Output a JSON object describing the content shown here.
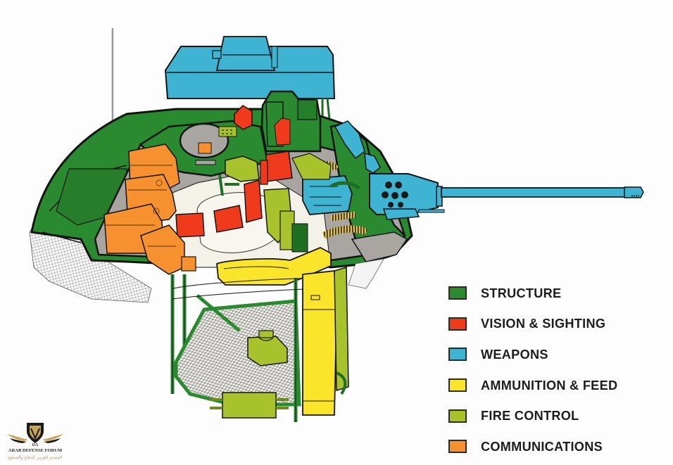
{
  "diagram": {
    "subject": "Turret cutaway illustration",
    "legend": [
      {
        "label": "STRUCTURE",
        "color": "#2a8a2f",
        "key": "structure"
      },
      {
        "label": "VISION & SIGHTING",
        "color": "#f03a1c",
        "key": "vision"
      },
      {
        "label": "WEAPONS",
        "color": "#3fb4d2",
        "key": "weapons"
      },
      {
        "label": "AMMUNITION & FEED",
        "color": "#fbe52a",
        "key": "ammunition"
      },
      {
        "label": "FIRE CONTROL",
        "color": "#a7c22a",
        "key": "firecontrol"
      },
      {
        "label": "COMMUNICATIONS",
        "color": "#f7902f",
        "key": "communications"
      }
    ],
    "palette": {
      "structure": "#2a8a2f",
      "structure_dark": "#1e6f24",
      "vision": "#f03a1c",
      "weapons": "#3fb4d2",
      "ammunition": "#fbe52a",
      "firecontrol": "#a7c22a",
      "communications": "#f7902f",
      "interior": "#a9a6a2",
      "outline": "#141414",
      "background": "#fdfdfd"
    }
  },
  "watermark": {
    "initials": "DA",
    "title": "ARAB DEFENSE FORUM",
    "subtitle": "المنتدى العربي للدفاع والتسليح",
    "gold": "#b8974a"
  }
}
